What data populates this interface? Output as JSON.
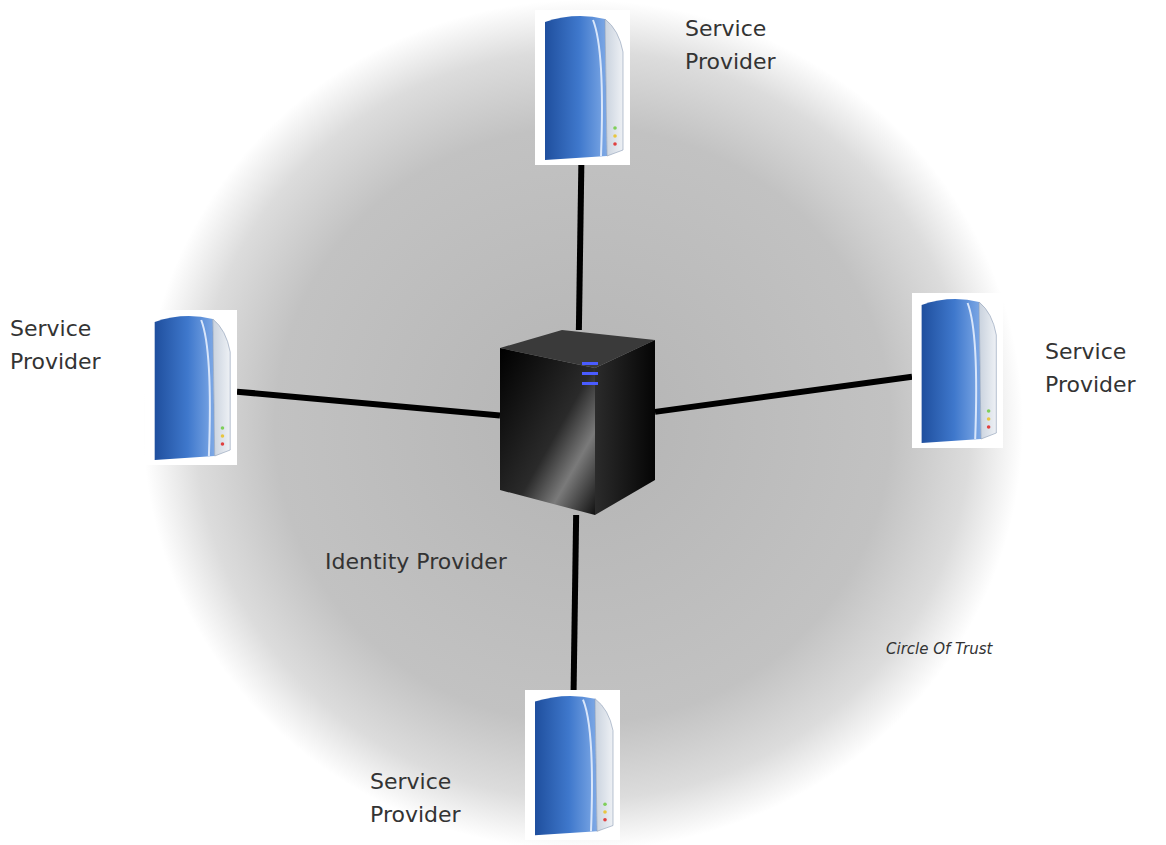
{
  "diagram": {
    "nodes": [
      {
        "text": [
          "Service Provider"
        ]
      },
      {
        "text": [
          "Service Provider"
        ]
      },
      {
        "text": [
          "Identity Provider"
        ]
      },
      {
        "text": [
          "Service Provider"
        ]
      },
      {
        "text": [
          "Service Provider"
        ]
      }
    ],
    "edges": [
      {
        "from": 2,
        "to": 0,
        "arrow": "none"
      },
      {
        "from": 2,
        "to": 1,
        "arrow": "none"
      },
      {
        "from": 2,
        "to": 3,
        "arrow": "none"
      },
      {
        "from": 2,
        "to": 4,
        "arrow": "none"
      }
    ],
    "labels": [
      "Circle Of Trust"
    ]
  }
}
